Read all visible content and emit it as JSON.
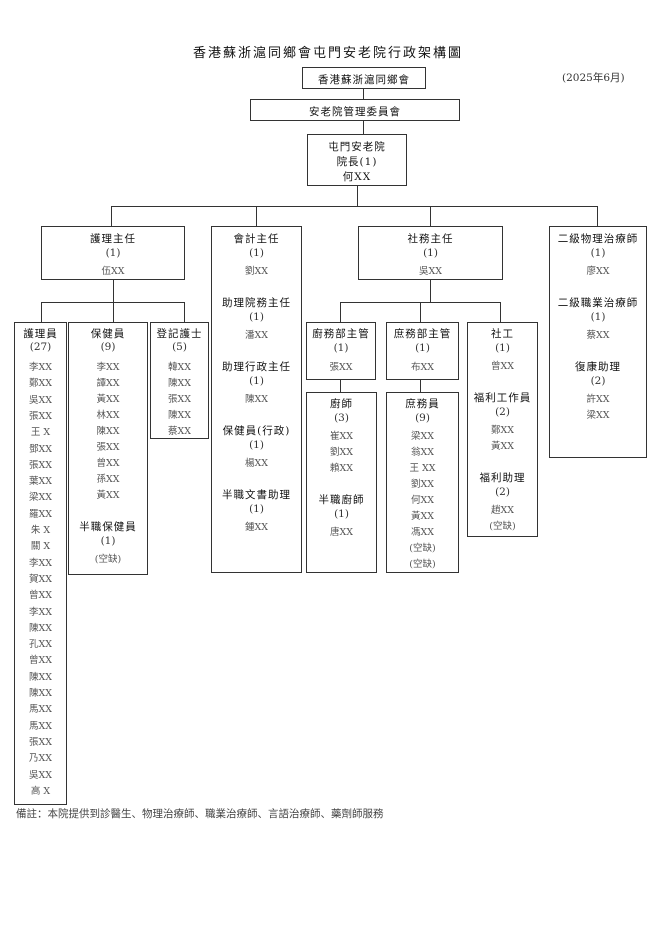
{
  "title": "香港蘇浙滬同鄉會屯門安老院行政架構圖",
  "date": "(2025年6月)",
  "top_org": "香港蘇浙滬同鄉會",
  "committee": "安老院管理委員會",
  "home": {
    "line1": "屯門安老院",
    "line2": "院長(1)",
    "line3": "何XX"
  },
  "nursing_head": {
    "title": "護理主任",
    "count": "(1)",
    "name": "伍XX"
  },
  "accounting": {
    "title": "會計主任",
    "count": "(1)",
    "name": "劉XX",
    "asst_ops": {
      "title": "助理院務主任",
      "count": "(1)",
      "name": "潘XX"
    },
    "asst_admin": {
      "title": "助理行政主任",
      "count": "(1)",
      "name": "陳XX"
    },
    "health_admin": {
      "title": "保健員(行政)",
      "count": "(1)",
      "name": "楊XX"
    },
    "pt_clerk": {
      "title": "半職文書助理",
      "count": "(1)",
      "name": "鍾XX"
    }
  },
  "social_head": {
    "title": "社務主任",
    "count": "(1)",
    "name": "吳XX"
  },
  "therapy": {
    "pt": {
      "title": "二級物理治療師",
      "count": "(1)",
      "name": "廖XX"
    },
    "ot": {
      "title": "二級職業治療師",
      "count": "(1)",
      "name": "蔡XX"
    },
    "rehab": {
      "title": "復康助理",
      "count": "(2)",
      "names": [
        "許XX",
        "梁XX"
      ]
    }
  },
  "nurses": {
    "title": "護理員",
    "count": "(27)",
    "names": [
      "李XX",
      "鄭XX",
      "吳XX",
      "張XX",
      "王 X",
      "鄧XX",
      "張XX",
      "葉XX",
      "梁XX",
      "羅XX",
      "朱 X",
      "關 X",
      "李XX",
      "賀XX",
      "曾XX",
      "李XX",
      "陳XX",
      "孔XX",
      "曾XX",
      "陳XX",
      "陳XX",
      "馬XX",
      "馬XX",
      "張XX",
      "乃XX",
      "吳XX",
      "高 X"
    ]
  },
  "health_workers": {
    "title": "保健員",
    "count": "(9)",
    "names": [
      "李XX",
      "譚XX",
      "黃XX",
      "林XX",
      "陳XX",
      "張XX",
      "曾XX",
      "孫XX",
      "黃XX"
    ],
    "pt_title": "半職保健員",
    "pt_count": "(1)",
    "pt_vacant": "(空缺)"
  },
  "reg_nurses": {
    "title": "登記護士",
    "count": "(5)",
    "names": [
      "韓XX",
      "陳XX",
      "張XX",
      "陳XX",
      "蔡XX"
    ]
  },
  "kitchen_head": {
    "title": "廚務部主管",
    "count": "(1)",
    "name": "張XX"
  },
  "cooks": {
    "title": "廚師",
    "count": "(3)",
    "names": [
      "崔XX",
      "劉XX",
      "賴XX"
    ],
    "pt_title": "半職廚師",
    "pt_count": "(1)",
    "pt_name": "唐XX"
  },
  "general_head": {
    "title": "庶務部主管",
    "count": "(1)",
    "name": "布XX"
  },
  "general_staff": {
    "title": "庶務員",
    "count": "(9)",
    "names": [
      "梁XX",
      "翁XX",
      "王 XX",
      "劉XX",
      "何XX",
      "黃XX",
      "馮XX",
      "(空缺)",
      "(空缺)"
    ]
  },
  "social_worker": {
    "title": "社工",
    "count": "(1)",
    "name": "曾XX",
    "welfare_worker": {
      "title": "福利工作員",
      "count": "(2)",
      "names": [
        "鄭XX",
        "黃XX"
      ]
    },
    "welfare_asst": {
      "title": "福利助理",
      "count": "(2)",
      "names": [
        "趙XX",
        "(空缺)"
      ]
    }
  },
  "note": "備註：本院提供到診醫生、物理治療師、職業治療師、言語治療師、藥劑師服務"
}
